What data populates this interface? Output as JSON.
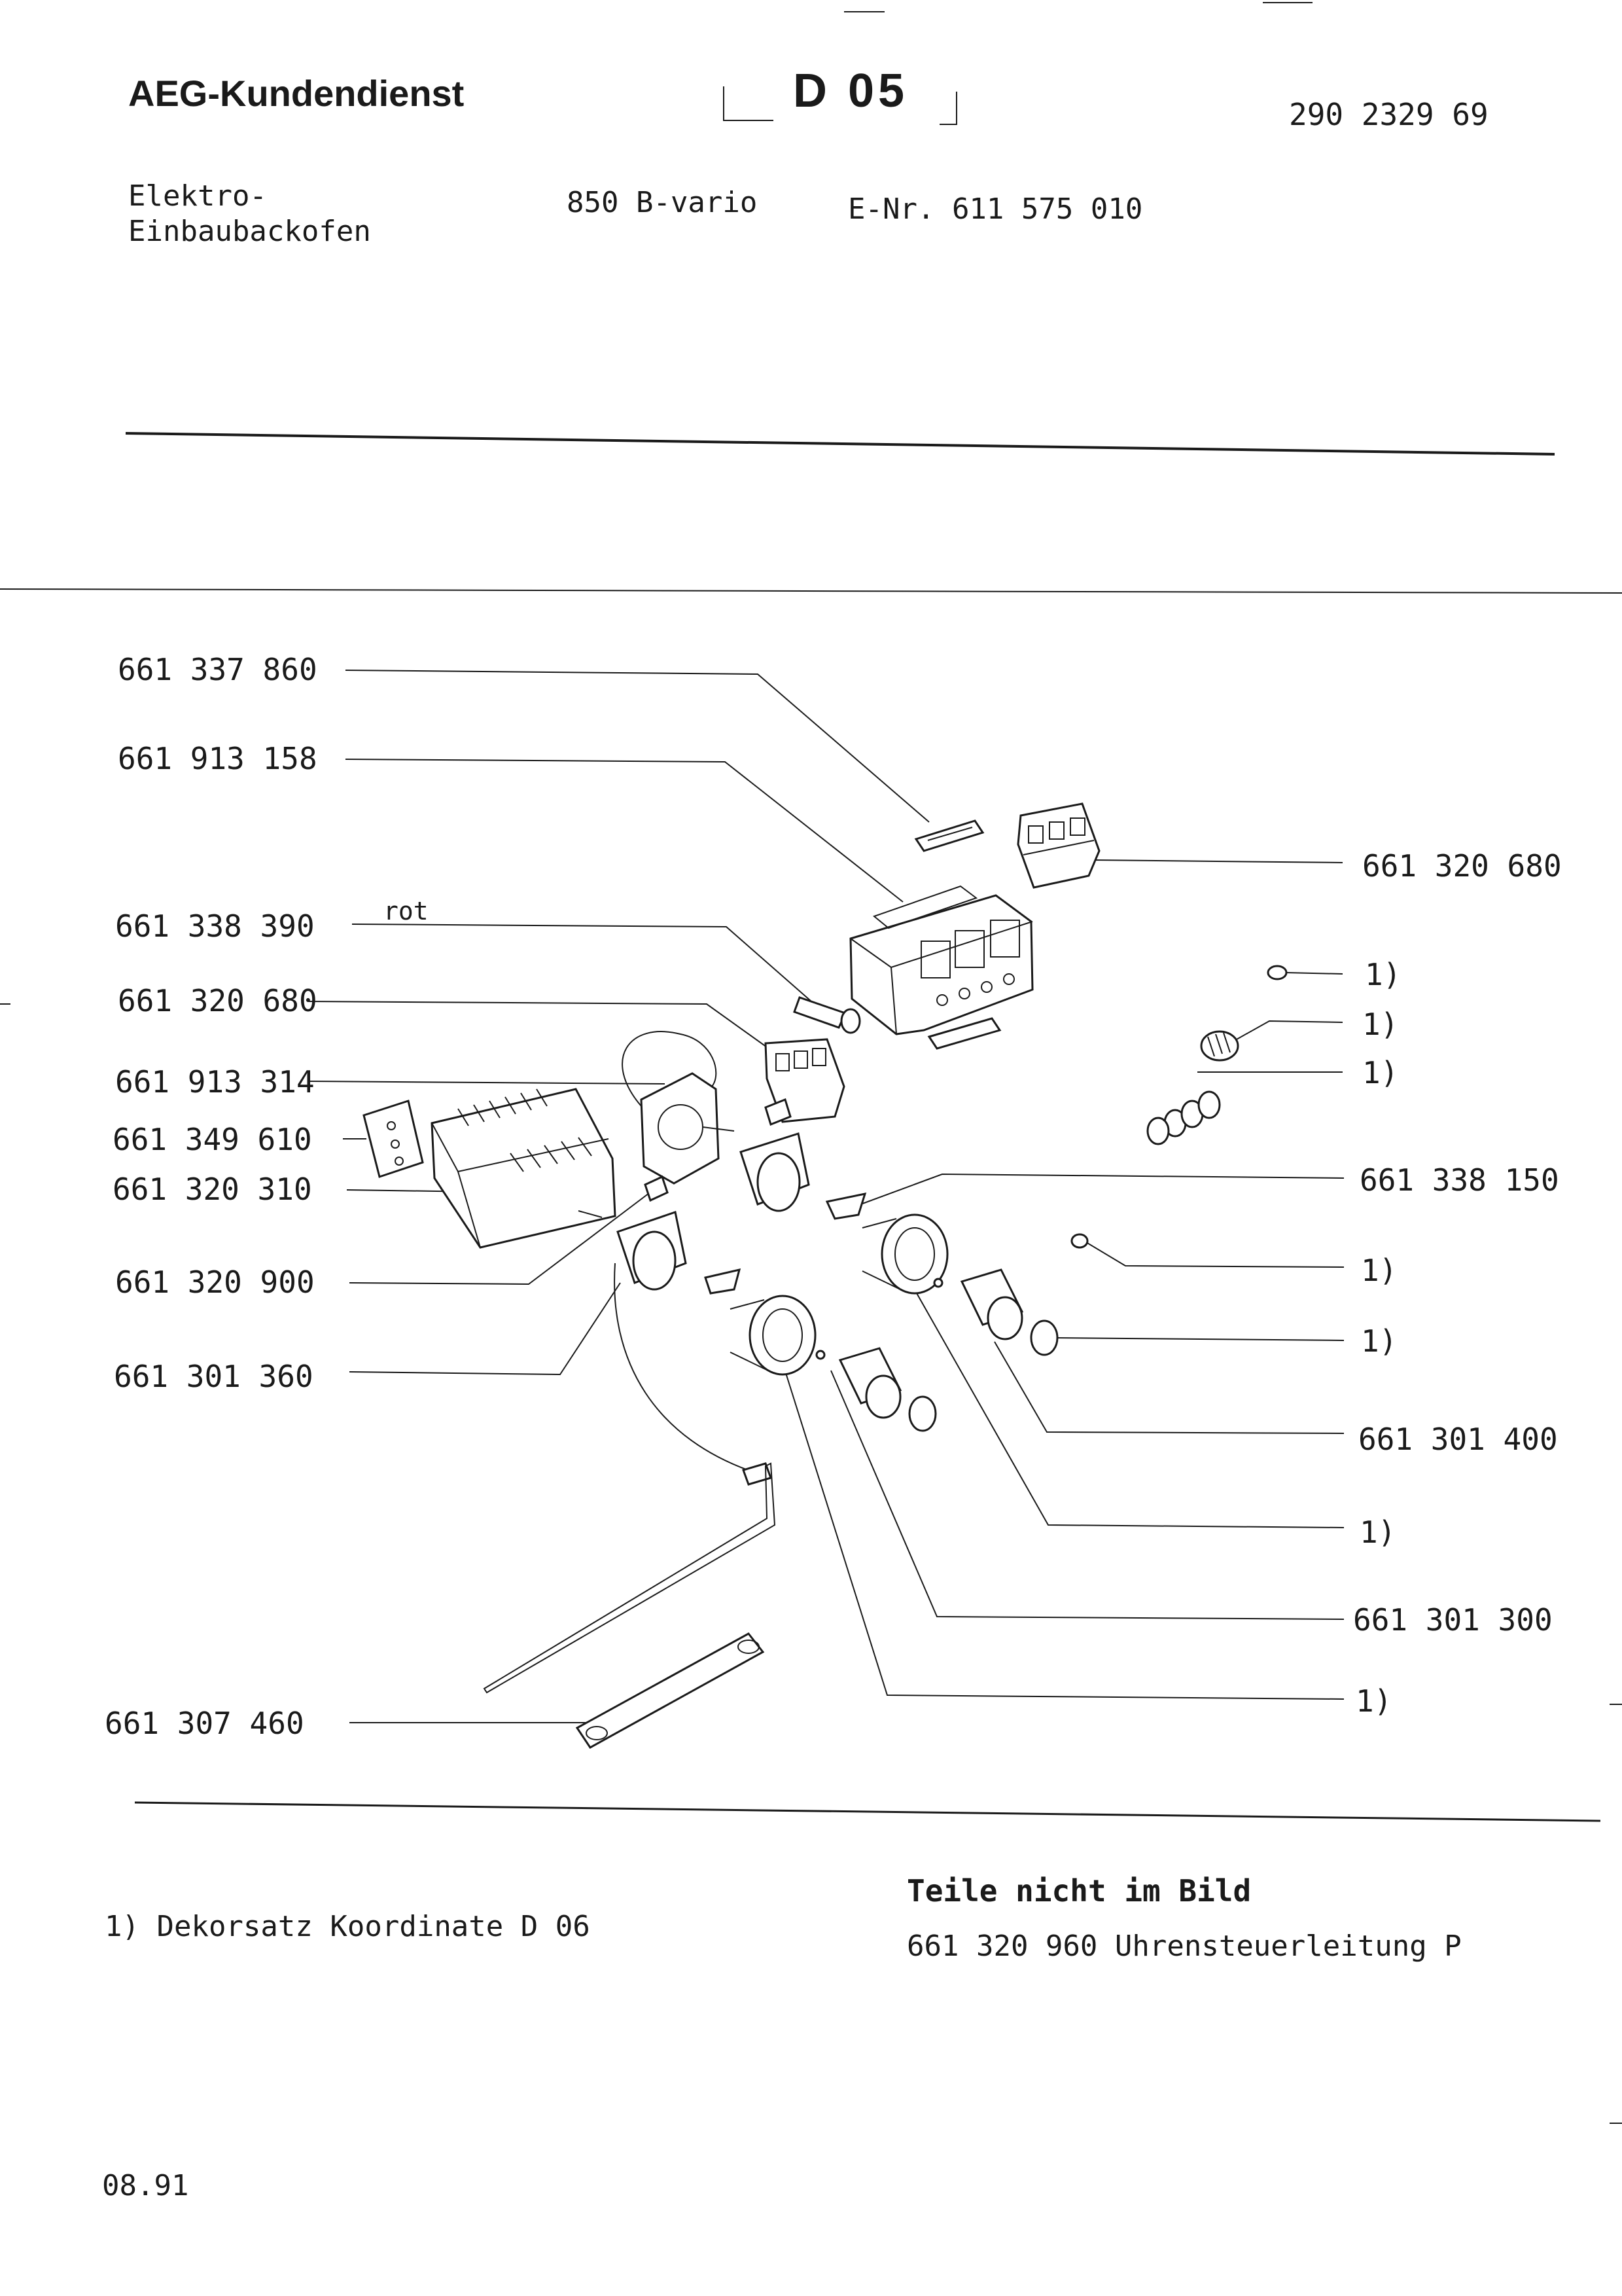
{
  "header": {
    "brand": "AEG-Kundendienst",
    "section_code": "D 05",
    "doc_number": "290 2329 69",
    "product_line1": "Elektro-",
    "product_line2": "Einbaubackofen",
    "model": "850 B-vario",
    "enr": "E-Nr. 611 575 010"
  },
  "diagram": {
    "wire_color_note": "rot",
    "left_parts": [
      "661 337 860",
      "661 913 158",
      "661 338 390",
      "661 320 680",
      "661 913 314",
      "661 349 610",
      "661 320 310",
      "661 320 900",
      "661 301 360",
      "661 307 460"
    ],
    "right_parts": [
      "661 320 680",
      "1)",
      "1)",
      "1)",
      "661 338 150",
      "1)",
      "1)",
      "661 301 400",
      "1)",
      "661 301 300",
      "1)"
    ]
  },
  "footnote": "1) Dekorsatz Koordinate D 06",
  "not_shown": {
    "title": "Teile nicht im Bild",
    "item": "661 320 960 Uhrensteuerleitung P"
  },
  "date": "08.91"
}
